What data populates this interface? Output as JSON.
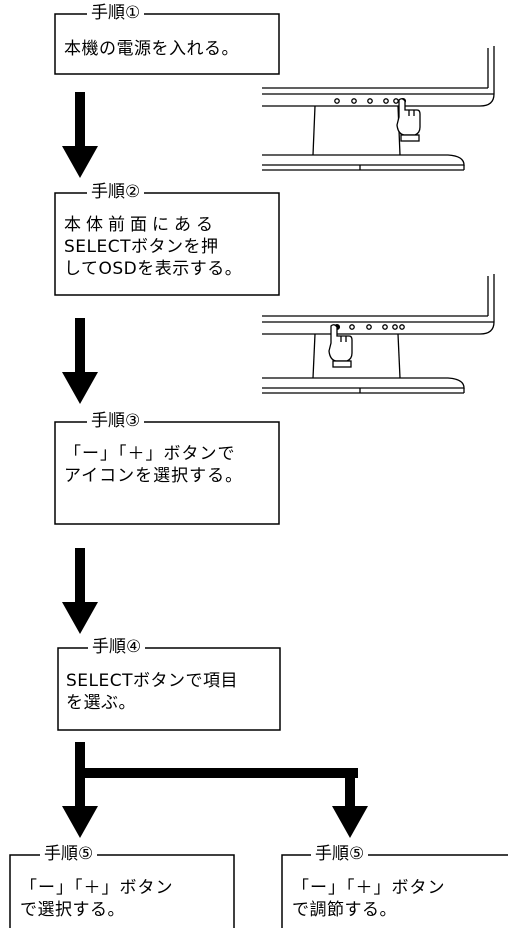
{
  "steps": [
    {
      "title": "手順①",
      "lines": [
        "本機の電源を入れる。"
      ]
    },
    {
      "title": "手順②",
      "lines": [
        "本体前面にある",
        "SELECTボタンを押",
        "してOSDを表示する。"
      ]
    },
    {
      "title": "手順③",
      "lines": [
        "「ー」「＋」ボタンで",
        "アイコンを選択する。"
      ]
    },
    {
      "title": "手順④",
      "lines": [
        "SELECTボタンで項目",
        "を選ぶ。"
      ]
    },
    {
      "title": "手順⑤",
      "lines": [
        "「ー」「＋」ボタン",
        "で選択する。"
      ]
    },
    {
      "title": "手順⑤",
      "lines": [
        "「ー」「＋」ボタン",
        "で調節する。"
      ]
    }
  ]
}
